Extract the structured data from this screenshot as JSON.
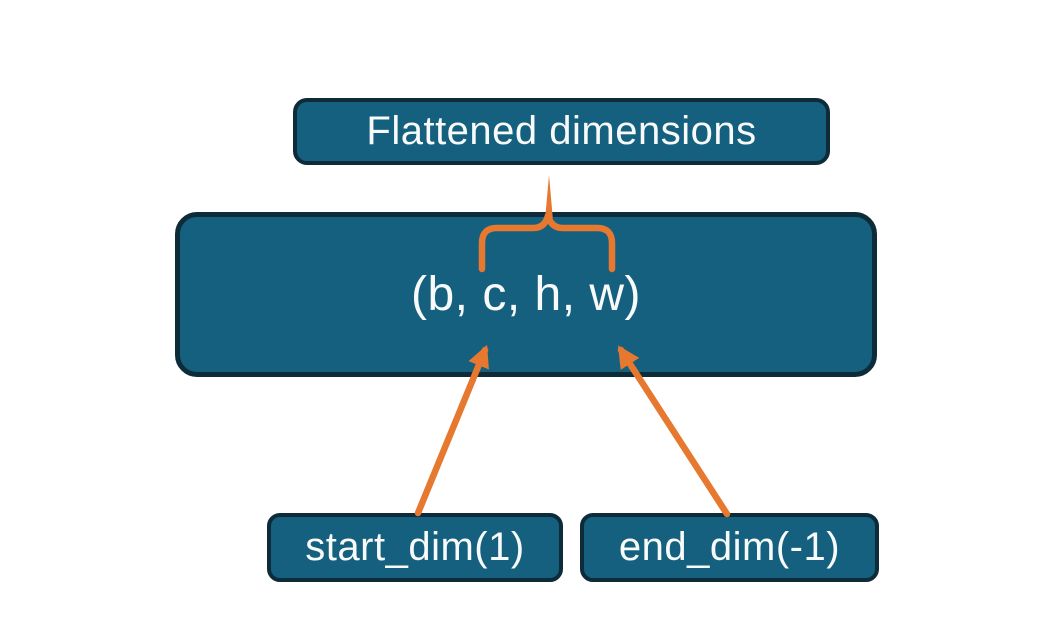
{
  "diagram": {
    "nodes": {
      "flattened": {
        "label": "Flattened dimensions"
      },
      "tensor": {
        "label": "(b, c, h, w)"
      },
      "start_dim": {
        "label": "start_dim(1)"
      },
      "end_dim": {
        "label": "end_dim(-1)"
      }
    },
    "connectors": [
      {
        "name": "flattened-brace",
        "type": "curly-brace",
        "from": "flattened",
        "spans": "c, h, w"
      },
      {
        "name": "start-dim-arrow",
        "type": "arrow",
        "from": "start_dim",
        "points_to": "c"
      },
      {
        "name": "end-dim-arrow",
        "type": "arrow",
        "from": "end_dim",
        "points_to": "w"
      }
    ],
    "colors": {
      "node_fill": "#16607f",
      "node_border": "#0d2b39",
      "connector_orange": "#e6782f",
      "label_text": "#f8fafa",
      "background": "#ffffff"
    }
  }
}
